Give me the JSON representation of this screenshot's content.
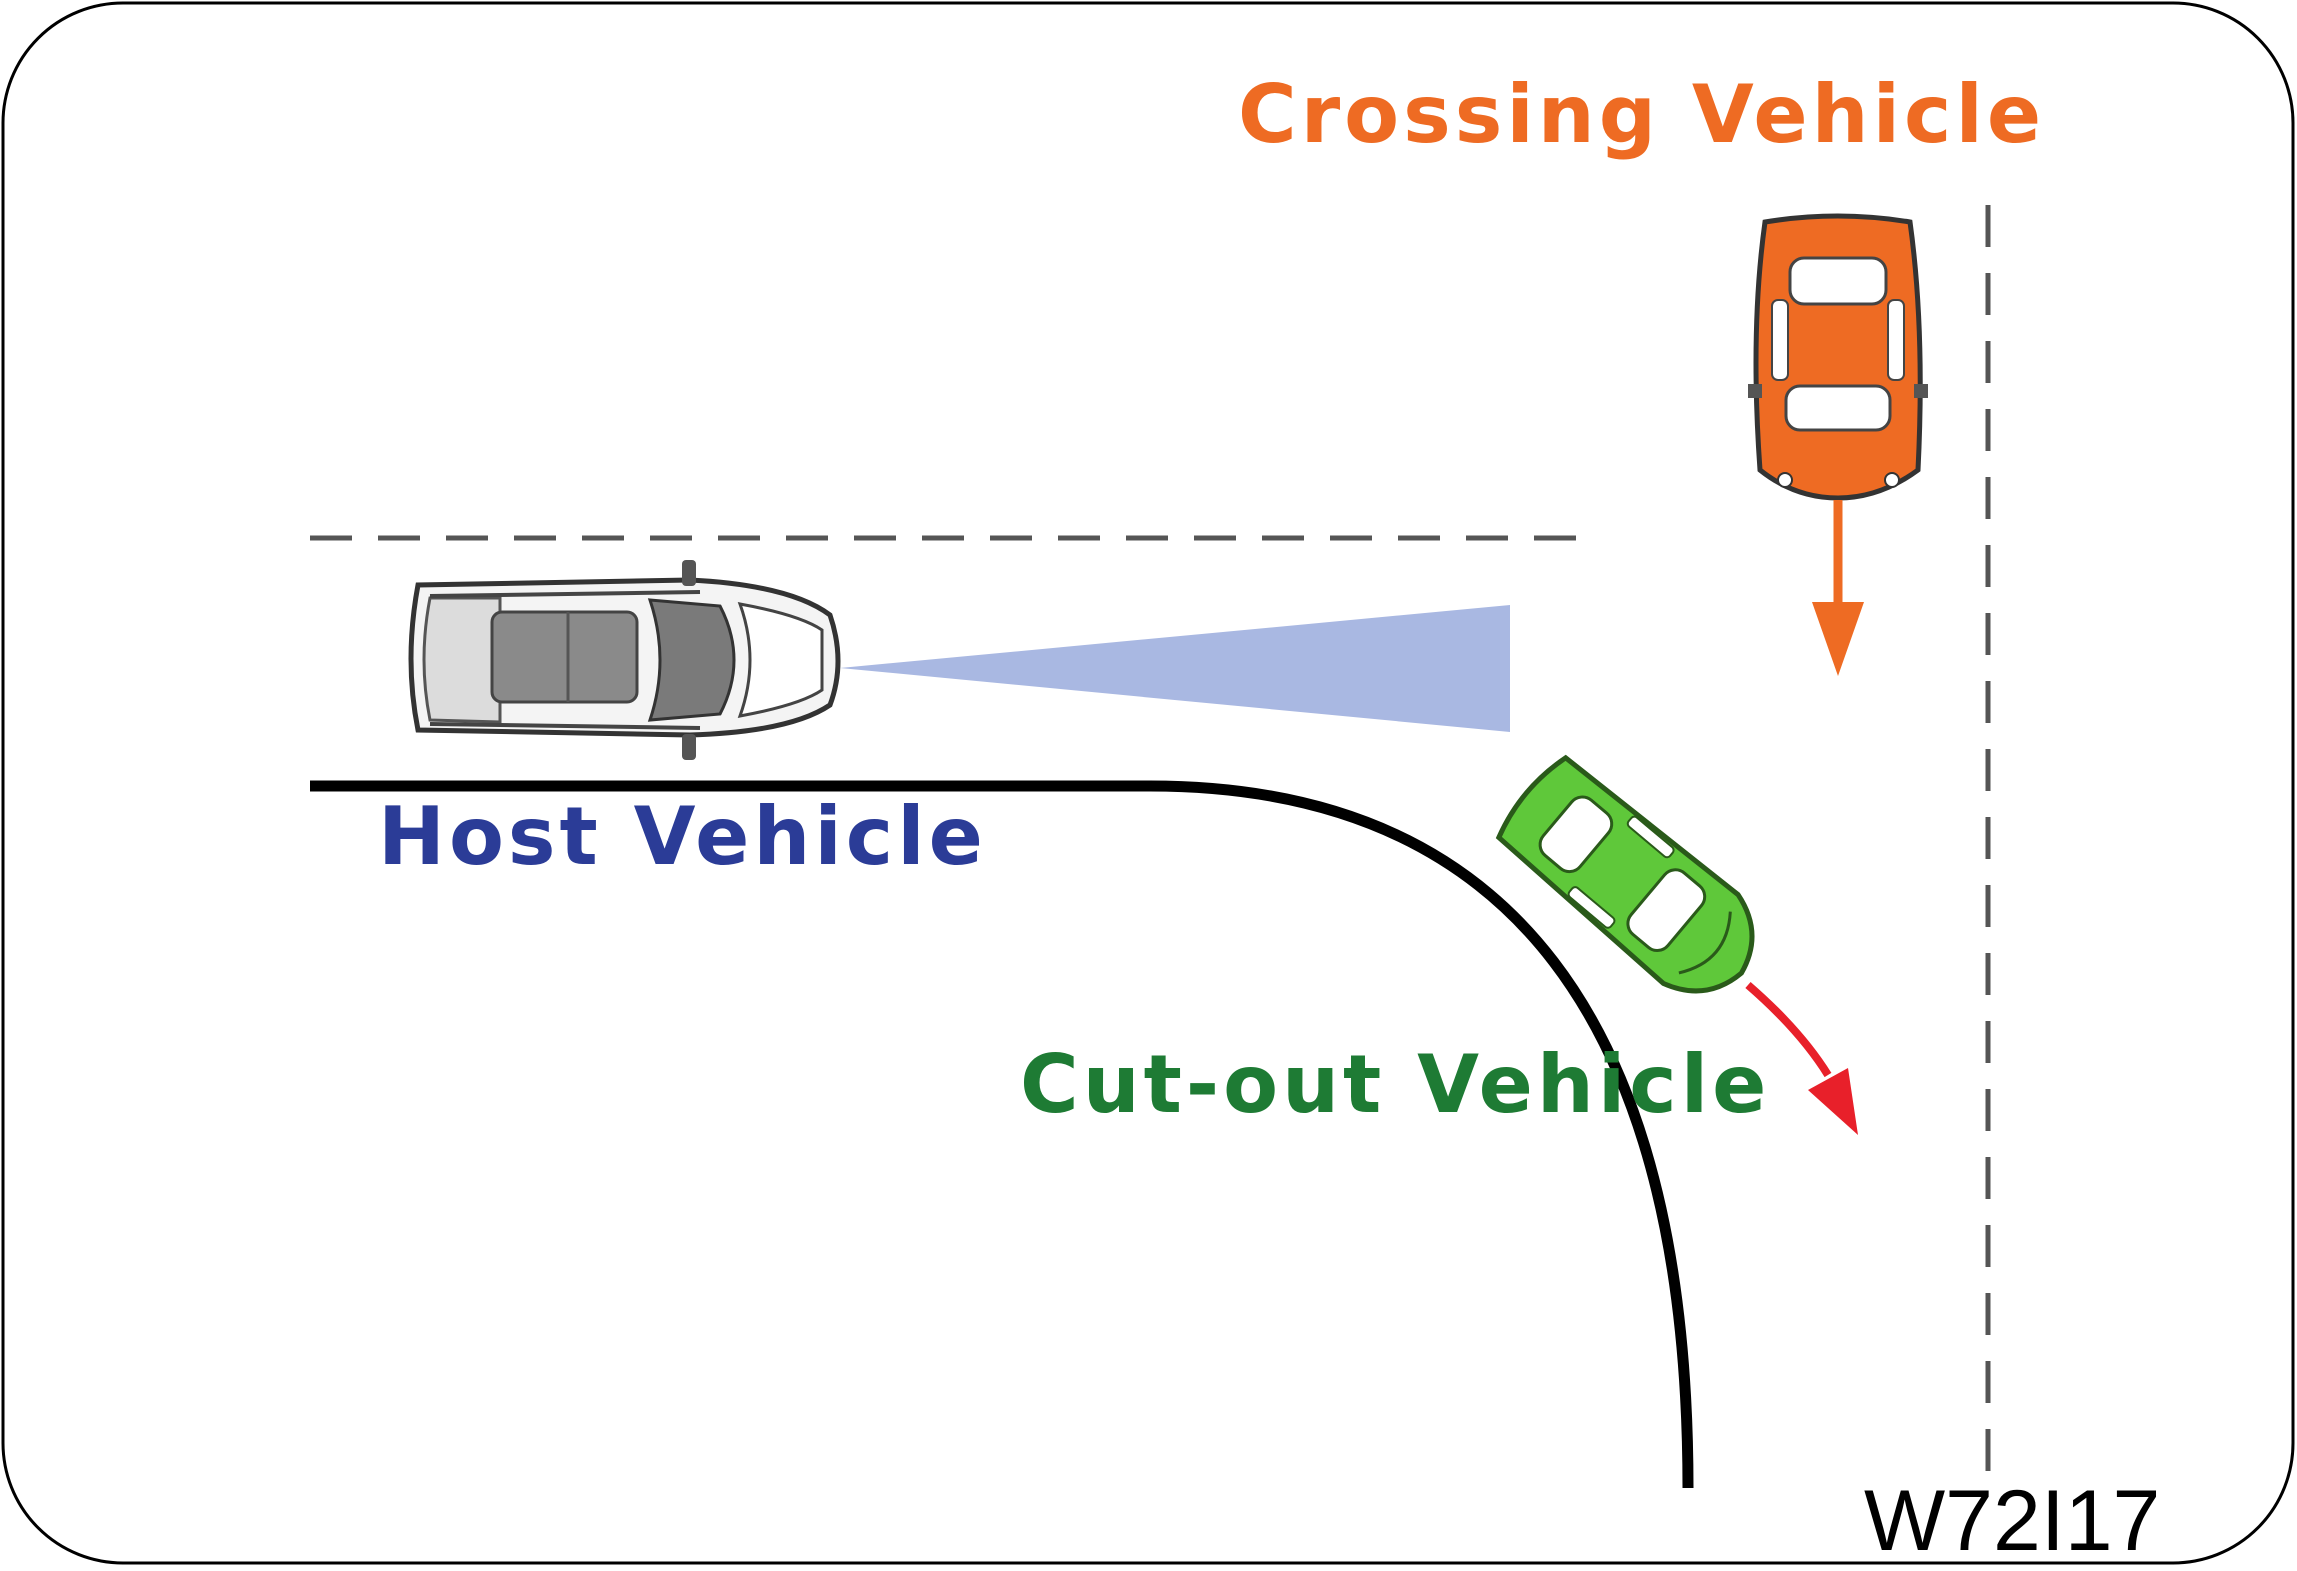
{
  "labels": {
    "crossing_vehicle": "Crossing Vehicle",
    "host_vehicle": "Host Vehicle",
    "cutout_vehicle": "Cut-out Vehicle",
    "figure_code": "W72I17"
  },
  "colors": {
    "crossing": "#EE6B23",
    "host_text": "#2B3C97",
    "cutout_text": "#1E7B34",
    "cutout_car": "#5FC83A",
    "cutout_arrow": "#E8202A",
    "sensor_beam": "#A9B8E2",
    "road_line": "#000000",
    "dashed_line": "#555555"
  }
}
